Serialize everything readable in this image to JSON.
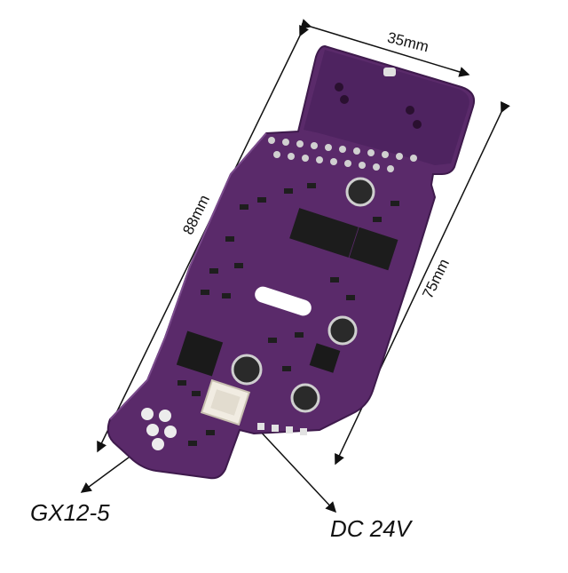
{
  "dimensions": {
    "width": "35mm",
    "length": "88mm",
    "board_height": "75mm"
  },
  "connectors": {
    "left": "GX12-5",
    "right": "DC 24V"
  },
  "colors": {
    "pcb": "#5a2a6a",
    "pcb_dark": "#3e1a4c",
    "silkscreen": "#e8e0ee",
    "pad": "#c9c9c9"
  }
}
